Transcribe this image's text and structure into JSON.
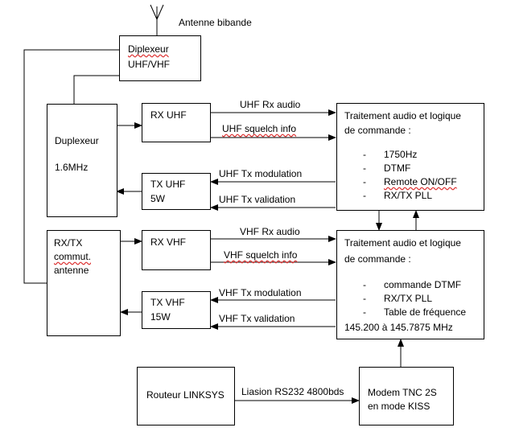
{
  "antenna": {
    "label": "Antenne bibande"
  },
  "diplexeur": {
    "line1": "Diplexeur",
    "line2": "UHF/VHF"
  },
  "duplexeur": {
    "name": "Duplexeur",
    "freq": "1.6MHz"
  },
  "rx_uhf": {
    "label": "RX UHF"
  },
  "tx_uhf": {
    "line1": "TX UHF",
    "line2": "5W"
  },
  "rx_vhf": {
    "label": "RX VHF"
  },
  "tx_vhf": {
    "line1": "TX VHF",
    "line2": "15W"
  },
  "commut": {
    "line1": "RX/TX",
    "line2": "commut.",
    "line3": "antenne"
  },
  "uhf_logic": {
    "title1": "Traitement audio et logique",
    "title2": "de commande :",
    "items": [
      "1750Hz",
      "DTMF",
      "Remote ON/OFF",
      "RX/TX PLL"
    ]
  },
  "vhf_logic": {
    "title1": "Traitement audio et logique",
    "title2": "de commande :",
    "items": [
      "commande DTMF",
      "RX/TX PLL",
      "Table de fréquence"
    ],
    "range": "145.200 à 145.7875 MHz"
  },
  "routeur": {
    "label": "Routeur LINKSYS"
  },
  "modem": {
    "line1": "Modem TNC 2S",
    "line2": "en mode KISS"
  },
  "signals": {
    "uhf_rx_audio": "UHF Rx audio",
    "uhf_squelch": "UHF squelch info",
    "uhf_tx_mod": "UHF Tx modulation",
    "uhf_tx_valid": "UHF Tx validation",
    "vhf_rx_audio": "VHF Rx audio",
    "vhf_squelch": "VHF squelch info",
    "vhf_tx_mod": "VHF Tx modulation",
    "vhf_tx_valid": "VHF Tx validation",
    "rs232": "Liasion RS232 4800bds"
  }
}
